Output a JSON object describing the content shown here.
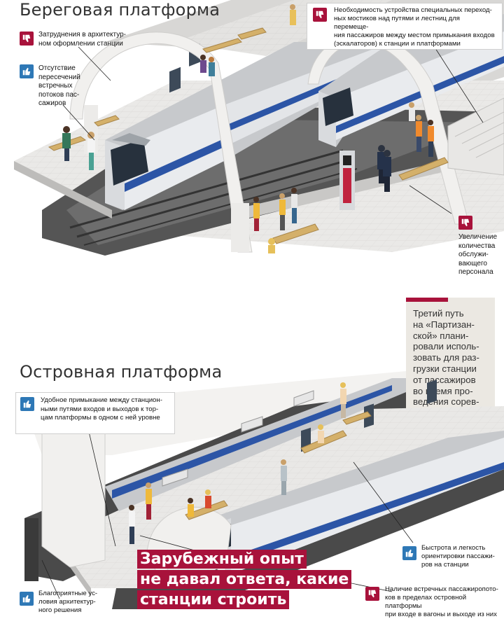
{
  "top": {
    "title": "Береговая платформа",
    "notes": {
      "architecture": "Затруднения в архитектур-\nном оформлении станции",
      "no_crossing": "Отсутствие\nпересечений\nвстречных\nпотоков пас-\nсажиров",
      "bridges": "Необходимость устройства специальных переход-\nных мостиков над путями и лестниц для перемеще-\nния пассажиров между местом примыкания входов\n(эскалаторов) к станции и платформами",
      "staff": "Увеличение\nколичества\nобслужи-\nвающего\nперсонала"
    }
  },
  "bottom": {
    "title": "Островная платформа",
    "notes": {
      "access": "Удобное примыкание между станцион-\nными путями входов и выходов к тор-\nцам платформы в одном с ней уровне",
      "architecture": "Благоприятные ус-\nловия архитектур-\nного решения",
      "orientation": "Быстрота и легкость\nориентировки пассажи-\nров на станции",
      "counter_flows": "Наличие встречных пассажиропото-\nков в пределах островной платформы\nпри входе в вагоны и выходе из них"
    }
  },
  "sidebar": {
    "text": "Третий путь\nна «Партизан-\nской» плани-\nровали исполь-\nзовать для раз-\nгрузки станции\nот пассажиров\nво время про-\nведения сорев-\nнований на ста-\nдионе имени\nСталина"
  },
  "headline": {
    "line1": "Зарубежный опыт",
    "line2": "не давал ответа, какие",
    "line3": "станции строить"
  },
  "colors": {
    "plus": "#2e78b6",
    "minus": "#a8123b",
    "train_blue": "#2c55a6",
    "platform": "#e6e5e3"
  },
  "icons": {
    "plus": "thumbs-up-icon",
    "minus": "thumbs-down-icon"
  }
}
